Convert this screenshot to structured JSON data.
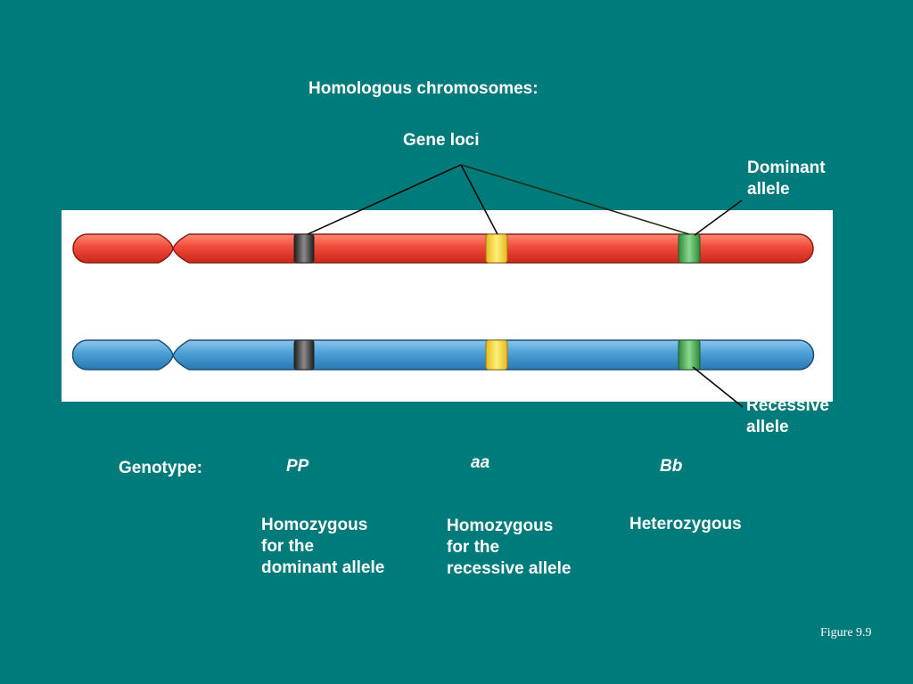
{
  "title": "Homologous chromosomes:",
  "gene_loci_label": "Gene loci",
  "dominant_label": [
    "Dominant",
    "allele"
  ],
  "recessive_label": [
    "Recessive",
    "allele"
  ],
  "genotype_label": "Genotype:",
  "genotypes": [
    {
      "symbol": "PP",
      "description": [
        "Homozygous",
        "for the",
        "dominant allele"
      ]
    },
    {
      "symbol": "aa",
      "description": [
        "Homozygous",
        "for the",
        "recessive allele"
      ]
    },
    {
      "symbol": "Bb",
      "description": [
        "Heterozygous"
      ]
    }
  ],
  "figure_label": "Figure 9.9",
  "colors": {
    "background": "#007b7b",
    "chromosome_top": "#f04a3a",
    "chromosome_bottom": "#4a9fd4",
    "locus_p": "#3a3a3a",
    "locus_a": "#f7d43a",
    "locus_b": "#4caa5a"
  }
}
